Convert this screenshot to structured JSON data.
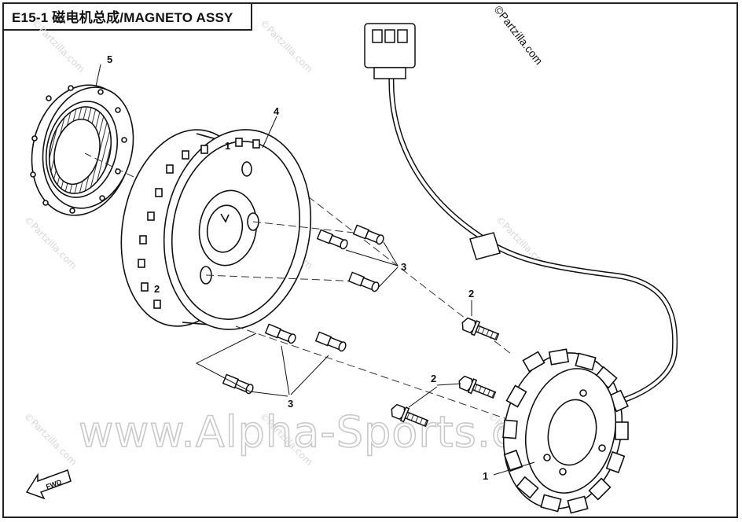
{
  "title": "E15-1 磁电机总成/MAGNETO ASSY",
  "watermark_corner": "©Partzilla.com",
  "watermark_tile": "©Partzilla.com",
  "watermark_center": "www.Alpha-Sports.com",
  "fwd_label": "FWD",
  "callouts": {
    "stator": "1",
    "bolt_upper": "2",
    "bolt_lower": "2",
    "screws_upper": "3",
    "screws_lower": "3",
    "flywheel": "4",
    "clutch": "5"
  },
  "flywheel_marks": {
    "mark_1": "1",
    "mark_2": "2"
  }
}
